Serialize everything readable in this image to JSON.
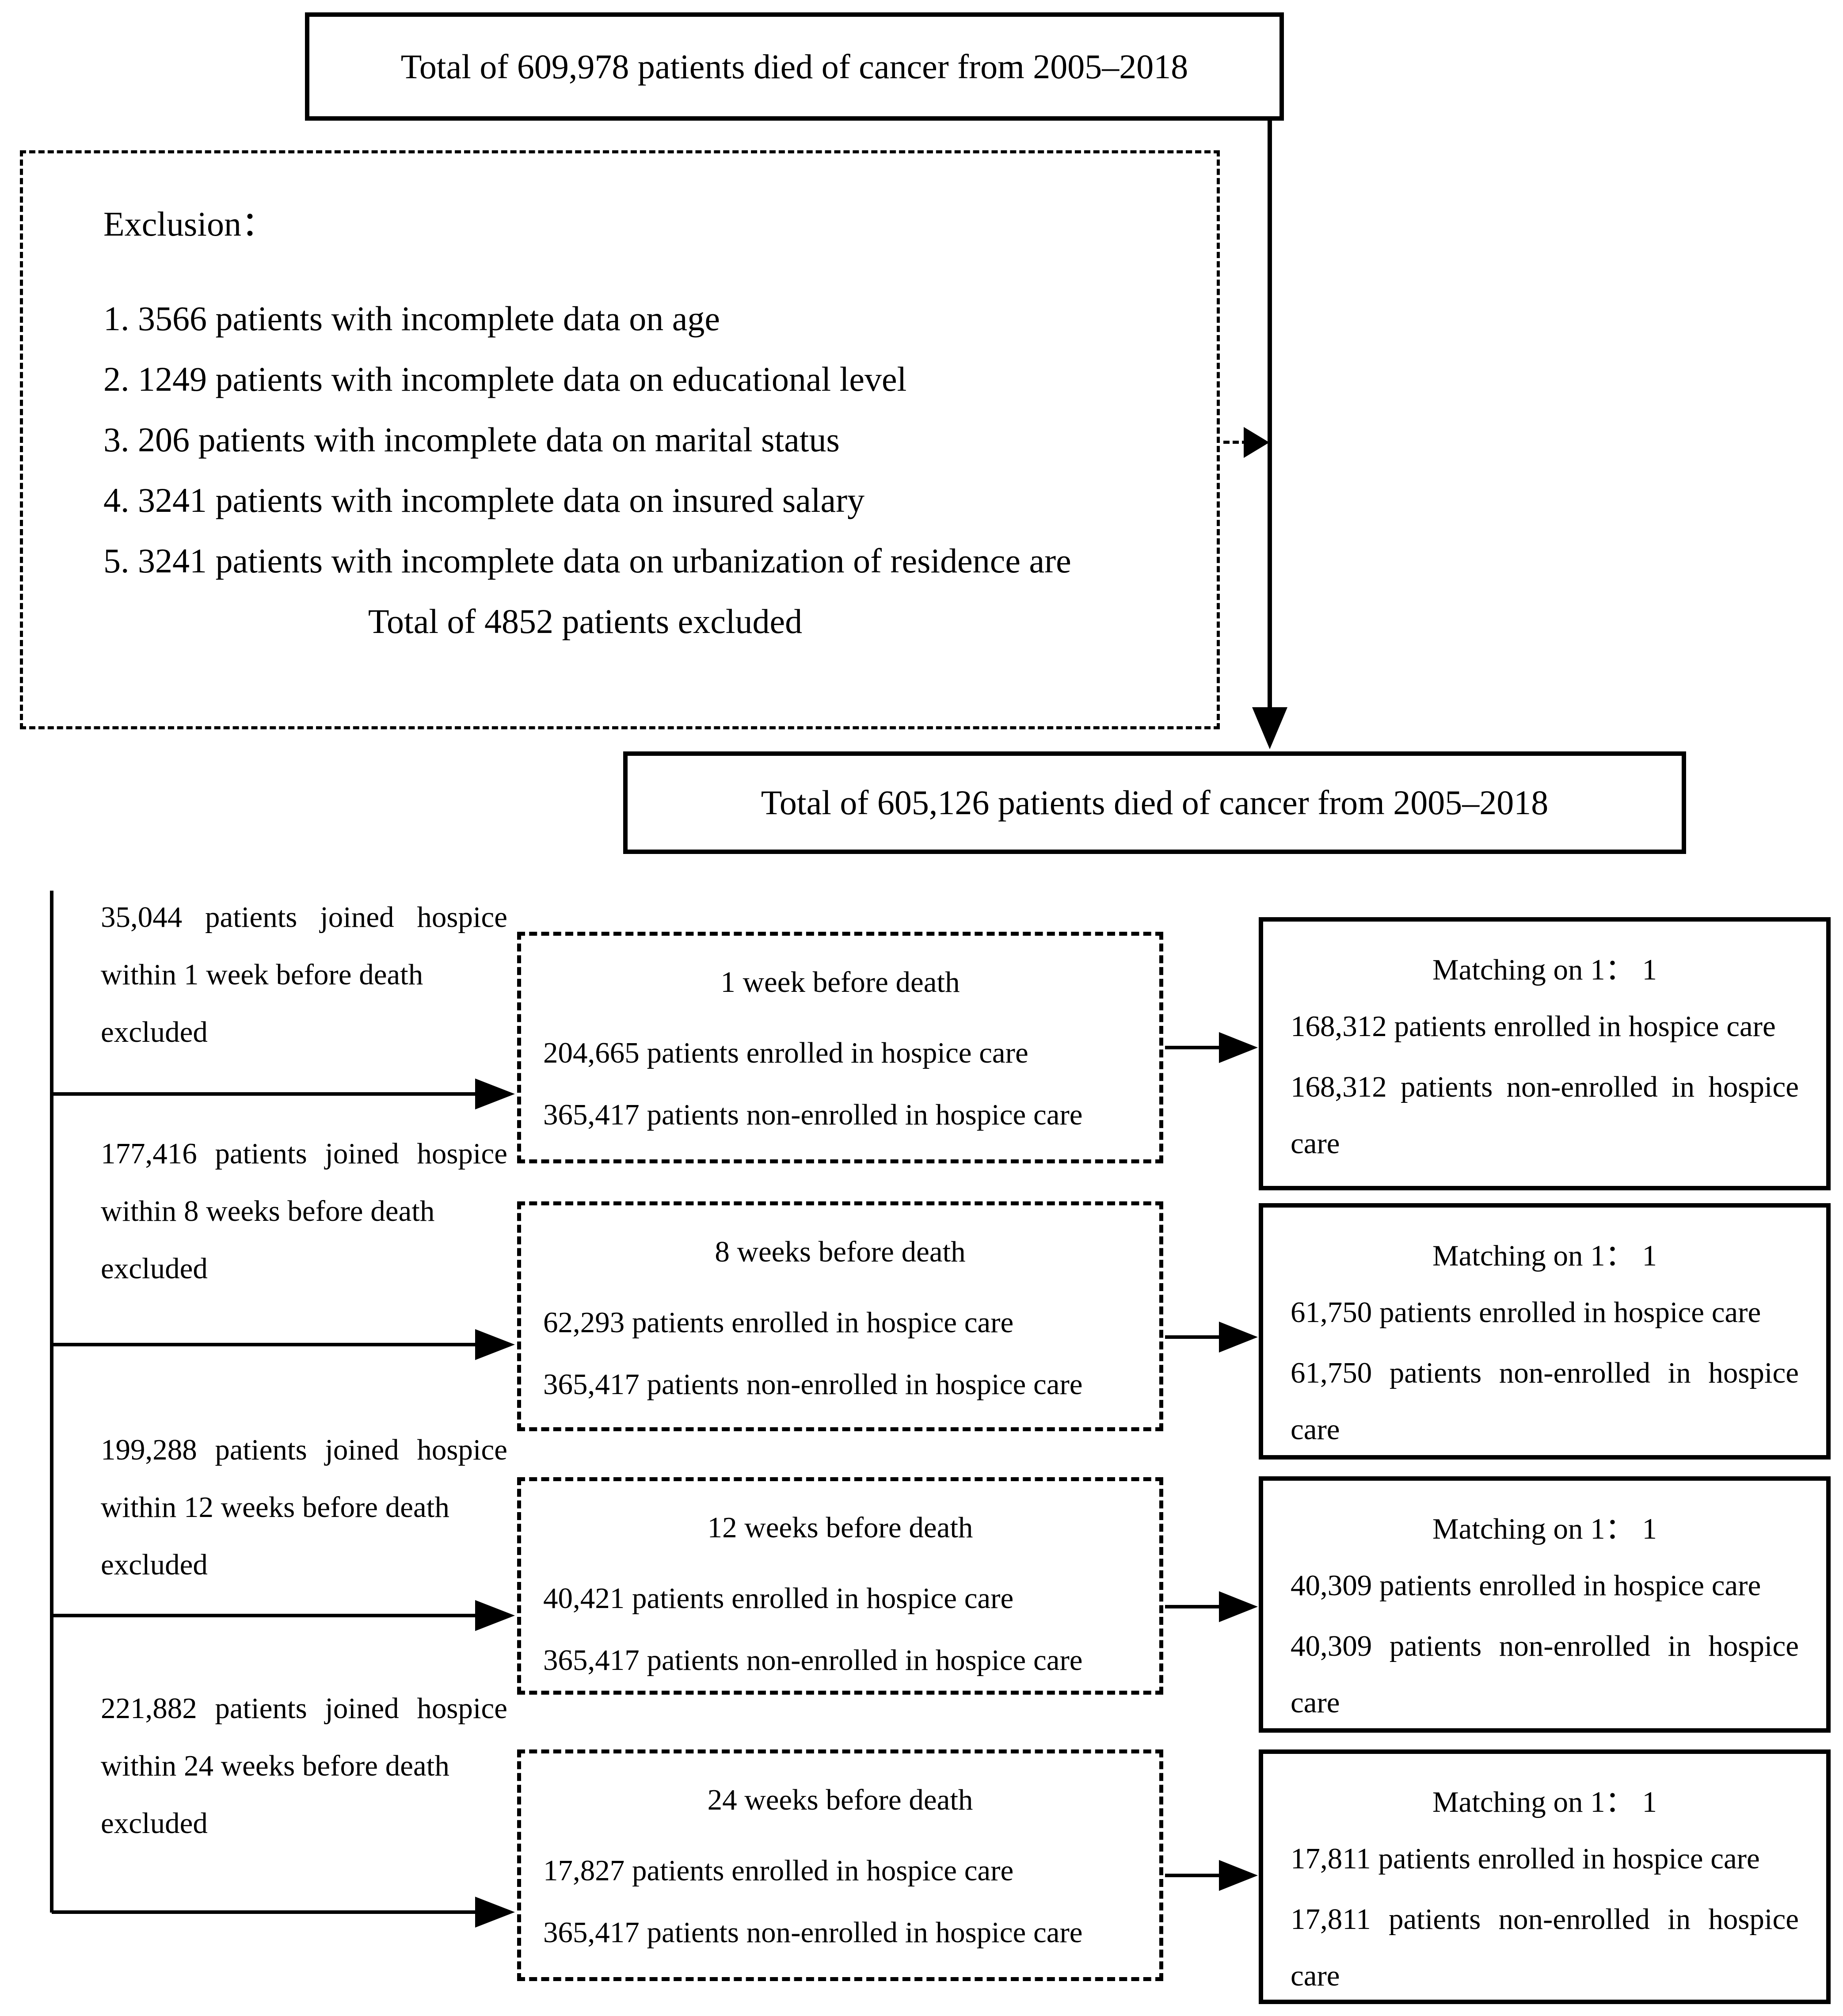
{
  "colors": {
    "ink": "#000000",
    "paper": "#ffffff"
  },
  "top_box": {
    "text": "Total of 609,978 patients died of cancer from 2005–2018"
  },
  "exclusion": {
    "heading": "Exclusion：",
    "items": [
      "1. 3566 patients with incomplete data on age",
      "2. 1249 patients with incomplete data on educational level",
      "3. 206 patients with incomplete data on marital status",
      "4. 3241 patients with incomplete data on insured salary",
      "5. 3241 patients with incomplete data on urbanization of residence are"
    ],
    "total": "Total of 4852 patients excluded"
  },
  "cohort_box": {
    "text": "Total of 605,126 patients died of cancer from 2005–2018"
  },
  "rows": [
    {
      "note_line1": "35,044 patients joined hospice",
      "note_line2": "within 1 week before death",
      "note_line3": "excluded",
      "period_title": "1 week before death",
      "period_enrolled": "204,665 patients enrolled in hospice care",
      "period_non_enrolled": "365,417 patients non-enrolled in hospice care",
      "matching_title": "Matching on 1： 1",
      "matching_enrolled": "168,312 patients enrolled in hospice care",
      "matching_non_enrolled": "168,312 patients non-enrolled in hospice care"
    },
    {
      "note_line1": "177,416 patients joined hospice",
      "note_line2": "within 8 weeks before death",
      "note_line3": "excluded",
      "period_title": "8 weeks before death",
      "period_enrolled": "62,293 patients enrolled in hospice care",
      "period_non_enrolled": "365,417 patients non-enrolled in hospice care",
      "matching_title": "Matching on 1： 1",
      "matching_enrolled": "61,750 patients enrolled in hospice care",
      "matching_non_enrolled": "61,750 patients non-enrolled in hospice care"
    },
    {
      "note_line1": "199,288 patients joined hospice",
      "note_line2": "within 12 weeks before death",
      "note_line3": "excluded",
      "period_title": "12 weeks before death",
      "period_enrolled": "40,421 patients enrolled in hospice care",
      "period_non_enrolled": "365,417 patients non-enrolled in hospice care",
      "matching_title": "Matching on 1： 1",
      "matching_enrolled": "40,309 patients enrolled in hospice care",
      "matching_non_enrolled": "40,309 patients non-enrolled in hospice care"
    },
    {
      "note_line1": "221,882 patients joined hospice",
      "note_line2": "within 24 weeks before death",
      "note_line3": "excluded",
      "period_title": "24 weeks before death",
      "period_enrolled": "17,827 patients enrolled in hospice care",
      "period_non_enrolled": "365,417 patients non-enrolled in hospice care",
      "matching_title": "Matching on 1： 1",
      "matching_enrolled": "17,811 patients enrolled in hospice care",
      "matching_non_enrolled": "17,811 patients non-enrolled in hospice care"
    }
  ]
}
